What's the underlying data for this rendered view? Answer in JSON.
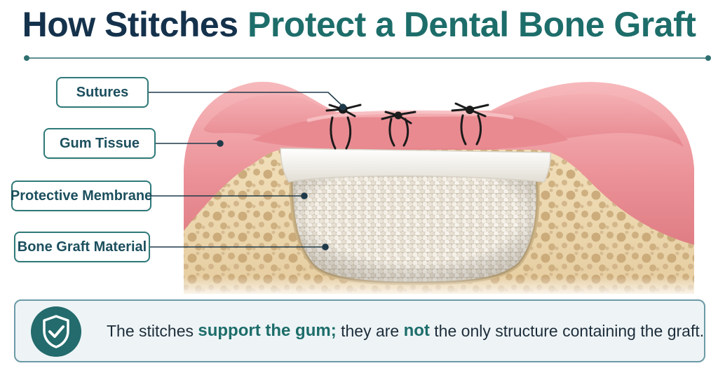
{
  "title": {
    "part1": "How Stitches",
    "part2": "Protect a Dental Bone Graft"
  },
  "labels": {
    "sutures": "Sutures",
    "gum_tissue": "Gum Tissue",
    "protective_membrane": "Protective Membrane",
    "bone_graft_material": "Bone Graft Material"
  },
  "callout": {
    "text_1": "The stitches",
    "emphasis_1": "support the gum;",
    "text_2": "they are",
    "emphasis_2": "not",
    "text_3": "the only structure containing the graft."
  },
  "icons": {
    "callout_icon": "shield-check-icon"
  },
  "colors": {
    "title_dark": "#15324c",
    "title_accent": "#1d6d6a",
    "gum": "#e98c92",
    "bone": "#ecd6ad",
    "membrane": "#f5f3ee",
    "graft": "#eae4d8",
    "badge": "#236b6d"
  }
}
